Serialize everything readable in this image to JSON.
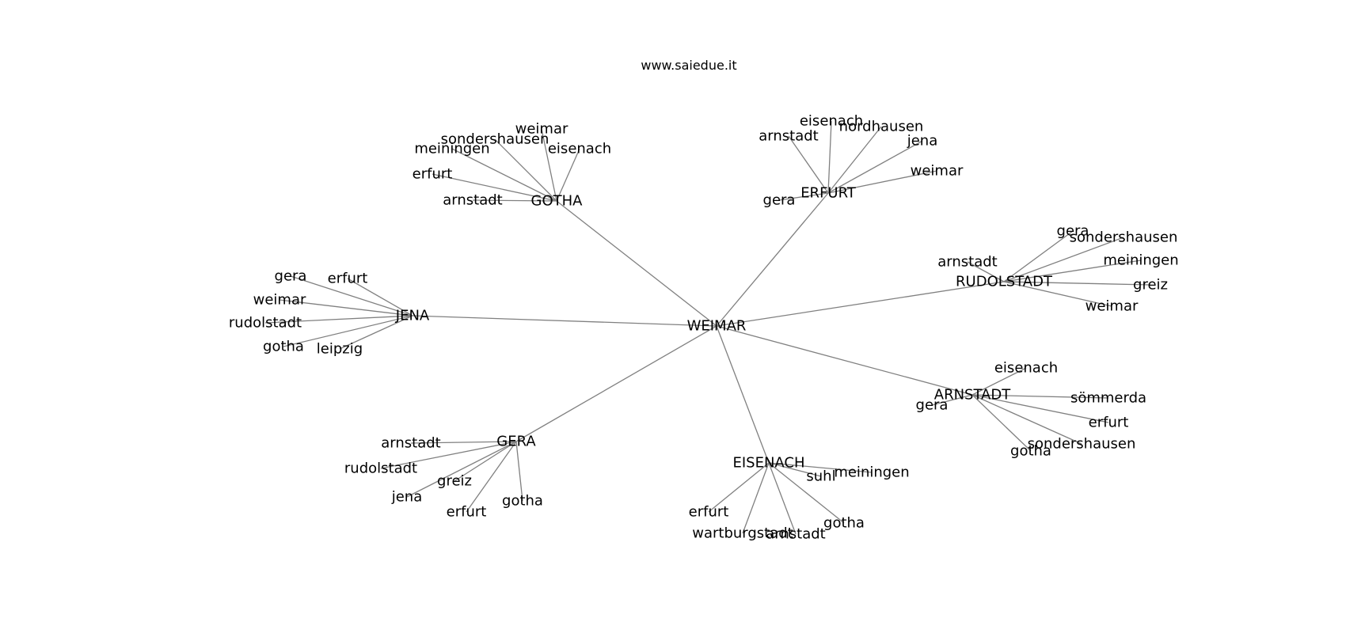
{
  "title": "www.saiedue.it",
  "center": {
    "id": "weimar_center",
    "label": "WEIMAR"
  },
  "hubs": [
    {
      "id": "gotha_hub",
      "label": "GOTHA",
      "children": [
        {
          "id": "gotha_weimar",
          "label": "weimar"
        },
        {
          "id": "gotha_sondershausen",
          "label": "sondershausen"
        },
        {
          "id": "gotha_meiningen",
          "label": "meiningen"
        },
        {
          "id": "gotha_eisenach",
          "label": "eisenach"
        },
        {
          "id": "gotha_erfurt",
          "label": "erfurt"
        },
        {
          "id": "gotha_arnstadt",
          "label": "arnstadt"
        }
      ]
    },
    {
      "id": "erfurt_hub",
      "label": "ERFURT",
      "children": [
        {
          "id": "erfurt_eisenach",
          "label": "eisenach"
        },
        {
          "id": "erfurt_nordhausen",
          "label": "nordhausen"
        },
        {
          "id": "erfurt_arnstadt",
          "label": "arnstadt"
        },
        {
          "id": "erfurt_jena",
          "label": "jena"
        },
        {
          "id": "erfurt_weimar",
          "label": "weimar"
        },
        {
          "id": "erfurt_gera",
          "label": "gera"
        }
      ]
    },
    {
      "id": "rudolstadt_hub",
      "label": "RUDOLSTADT",
      "children": [
        {
          "id": "rudolstadt_gera",
          "label": "gera"
        },
        {
          "id": "rudolstadt_sondershausen",
          "label": "sondershausen"
        },
        {
          "id": "rudolstadt_arnstadt",
          "label": "arnstadt"
        },
        {
          "id": "rudolstadt_meiningen",
          "label": "meiningen"
        },
        {
          "id": "rudolstadt_greiz",
          "label": "greiz"
        },
        {
          "id": "rudolstadt_weimar",
          "label": "weimar"
        }
      ]
    },
    {
      "id": "jena_hub",
      "label": "JENA",
      "children": [
        {
          "id": "jena_gera",
          "label": "gera"
        },
        {
          "id": "jena_erfurt",
          "label": "erfurt"
        },
        {
          "id": "jena_weimar",
          "label": "weimar"
        },
        {
          "id": "jena_rudolstadt",
          "label": "rudolstadt"
        },
        {
          "id": "jena_gotha",
          "label": "gotha"
        },
        {
          "id": "jena_leipzig",
          "label": "leipzig"
        }
      ]
    },
    {
      "id": "arnstadt_hub",
      "label": "ARNSTADT",
      "children": [
        {
          "id": "arnstadt_eisenach",
          "label": "eisenach"
        },
        {
          "id": "arnstadt_sommerda",
          "label": "sömmerda"
        },
        {
          "id": "arnstadt_gera",
          "label": "gera"
        },
        {
          "id": "arnstadt_erfurt",
          "label": "erfurt"
        },
        {
          "id": "arnstadt_sondershausen",
          "label": "sondershausen"
        },
        {
          "id": "arnstadt_gotha",
          "label": "gotha"
        }
      ]
    },
    {
      "id": "gera_hub",
      "label": "GERA",
      "children": [
        {
          "id": "gera_arnstadt",
          "label": "arnstadt"
        },
        {
          "id": "gera_rudolstadt",
          "label": "rudolstadt"
        },
        {
          "id": "gera_greiz",
          "label": "greiz"
        },
        {
          "id": "gera_jena",
          "label": "jena"
        },
        {
          "id": "gera_erfurt",
          "label": "erfurt"
        },
        {
          "id": "gera_gotha",
          "label": "gotha"
        }
      ]
    },
    {
      "id": "eisenach_hub",
      "label": "EISENACH",
      "children": [
        {
          "id": "eisenach_meiningen",
          "label": "meiningen"
        },
        {
          "id": "eisenach_suhl",
          "label": "suhl"
        },
        {
          "id": "eisenach_erfurt",
          "label": "erfurt"
        },
        {
          "id": "eisenach_gotha",
          "label": "gotha"
        },
        {
          "id": "eisenach_wartburgstadt",
          "label": "wartburgstadt"
        },
        {
          "id": "eisenach_arnstadt",
          "label": "arnstadt"
        }
      ]
    }
  ]
}
